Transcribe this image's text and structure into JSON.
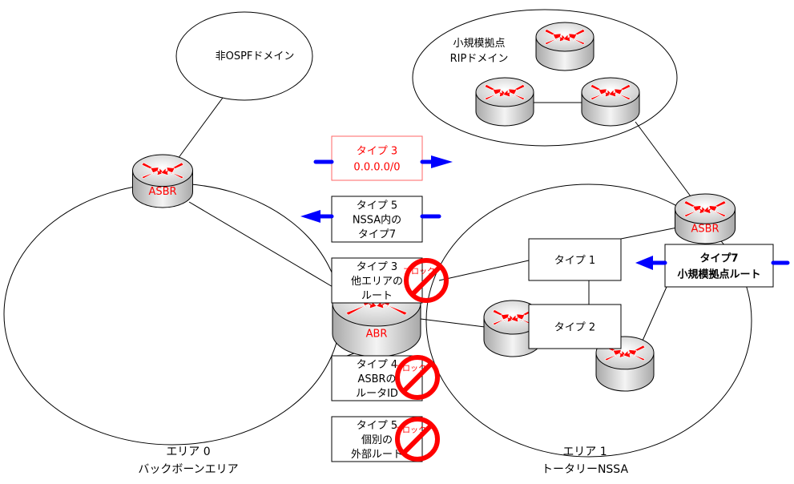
{
  "domains": {
    "non_ospf": "非OSPFドメイン",
    "rip": [
      "小規模拠点",
      "RIPドメイン"
    ],
    "area0": [
      "エリア 0",
      "バックボーンエリア"
    ],
    "area1": [
      "エリア 1",
      "トータリーNSSA"
    ]
  },
  "routers": {
    "asbr_left": "ASBR",
    "abr": "ABR",
    "asbr_right": "ASBR"
  },
  "lsa_boxes": {
    "type3_default": [
      "タイプ 3",
      "0.0.0.0/0"
    ],
    "type5_nssa": [
      "タイプ 5",
      "NSSA内の",
      "タイプ7"
    ],
    "type3_other": [
      "タイプ 3",
      "他エリアの",
      "ルート"
    ],
    "type4": [
      "タイプ 4",
      "ASBRの",
      "ルータID"
    ],
    "type5_ext": [
      "タイプ 5",
      "個別の",
      "外部ルート"
    ],
    "type1": [
      "タイプ 1"
    ],
    "type2": [
      "タイプ 2"
    ],
    "type7": [
      "タイプ7",
      "小規模拠点ルート"
    ]
  },
  "block_label": "ブロック",
  "colors": {
    "arrow": "#0000ff",
    "router_arrow": "#ff0000",
    "block": "#ff0000",
    "highlight_border": "#ff6666"
  }
}
